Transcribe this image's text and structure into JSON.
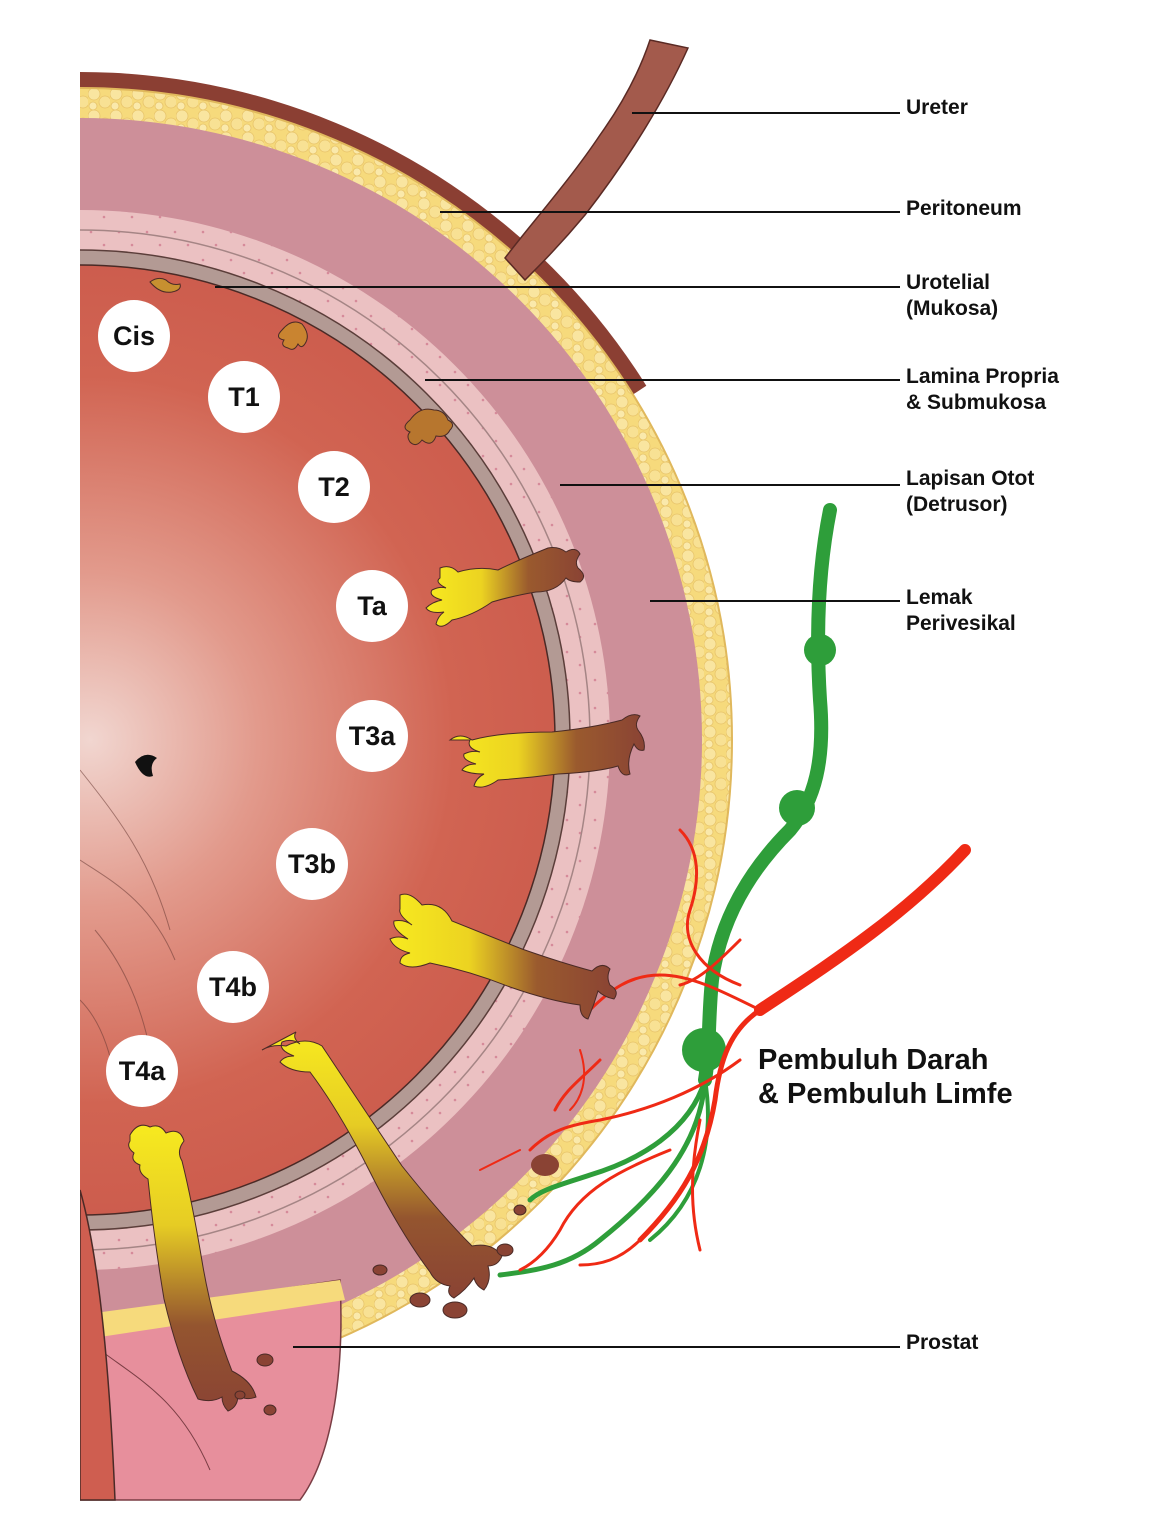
{
  "labels": {
    "ureter": "Ureter",
    "peritoneum": "Peritoneum",
    "urotelial": [
      "Urotelial",
      "(Mukosa)"
    ],
    "lamina": [
      "Lamina Propria",
      "& Submukosa"
    ],
    "otot": [
      "Lapisan Otot",
      "(Detrusor)"
    ],
    "lemak": [
      "Lemak",
      "Perivesikal"
    ],
    "prostat": "Prostat",
    "vessels": [
      "Pembuluh Darah",
      "& Pembuluh Limfe"
    ]
  },
  "stages": [
    "Cis",
    "T1",
    "T2",
    "Ta",
    "T3a",
    "T3b",
    "T4b",
    "T4a"
  ],
  "colors": {
    "lumen": "#cf5e50",
    "urothelium": "#b39a94",
    "lamina": "#ebc1c2",
    "muscle": "#cd8f99",
    "fat": "#f6da7c",
    "peritoneum": "#8b3f33",
    "tumor_yellow": "#f3e31a",
    "tumor_brown": "#8a4334",
    "blood_vessel": "#ef2a15",
    "lymph_vessel": "#2e9e3a",
    "prostate": "#e78f9c"
  }
}
